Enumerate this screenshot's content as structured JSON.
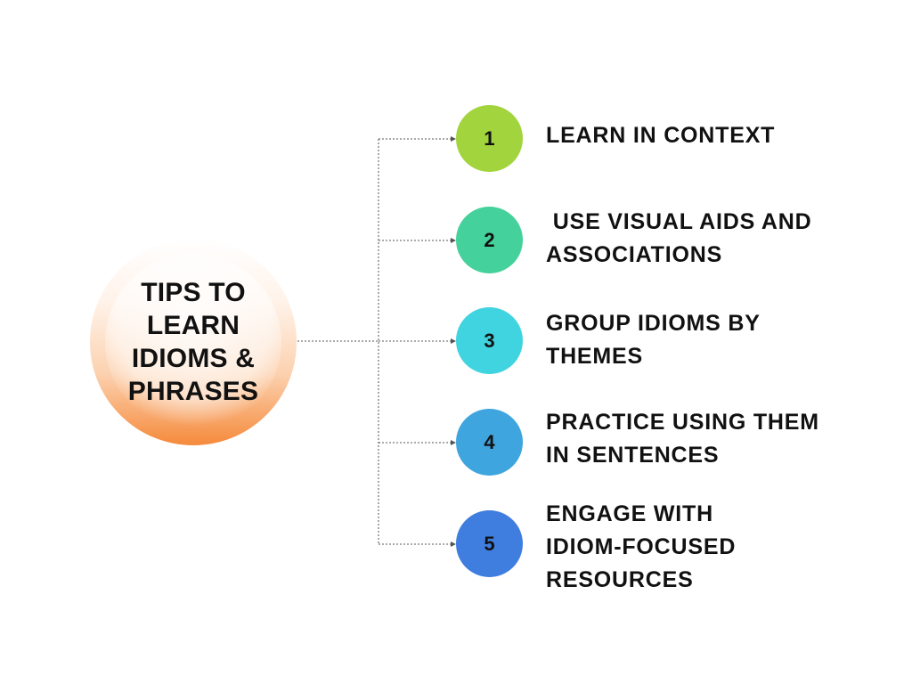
{
  "center": {
    "title": "TIPS TO LEARN IDIOMS & PHRASES"
  },
  "tips": [
    {
      "number": "1",
      "label": "LEARN IN CONTEXT",
      "color": "#a2d43d"
    },
    {
      "number": "2",
      "label": " USE VISUAL AIDS AND ASSOCIATIONS",
      "color": "#45d19c"
    },
    {
      "number": "3",
      "label": "GROUP IDIOMS BY THEMES",
      "color": "#40d3e0"
    },
    {
      "number": "4",
      "label": "PRACTICE USING THEM IN SENTENCES",
      "color": "#3fa5df"
    },
    {
      "number": "5",
      "label": "ENGAGE WITH IDIOM-FOCUSED RESOURCES",
      "color": "#3f7edf"
    }
  ],
  "connector_color": "#555555"
}
